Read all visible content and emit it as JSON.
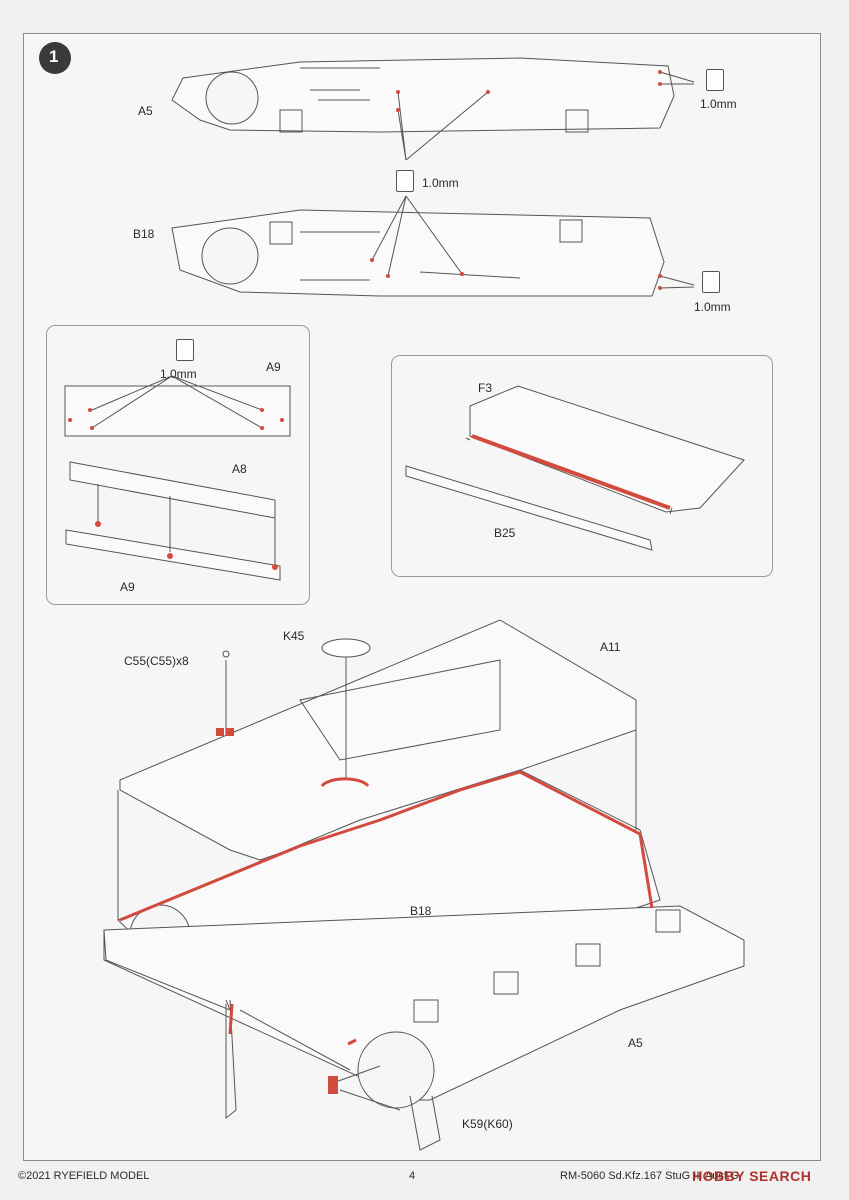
{
  "step": {
    "number": "1"
  },
  "labels": {
    "a5_top": "A5",
    "b18_top": "B18",
    "a9_top": "A9",
    "a8": "A8",
    "a9_bottom": "A9",
    "f3": "F3",
    "b25": "B25",
    "k45": "K45",
    "a11": "A11",
    "c55": "C55(C55)x8",
    "b18_main": "B18",
    "a5_main": "A5",
    "k59": "K59(K60)"
  },
  "drill": {
    "size_1": "1.0mm",
    "size_2": "1.0mm",
    "size_3": "1.0mm",
    "size_4": "1.0mm"
  },
  "footer": {
    "copyright": "©2021 RYEFIELD MODEL",
    "page_number": "4",
    "kit_title": "RM-5060 Sd.Kfz.167 StuG III Ausf.G"
  },
  "brand": {
    "text": "HOBBY SEARCH"
  },
  "colors": {
    "accent_red": "#d24b3e",
    "line": "#555555"
  }
}
